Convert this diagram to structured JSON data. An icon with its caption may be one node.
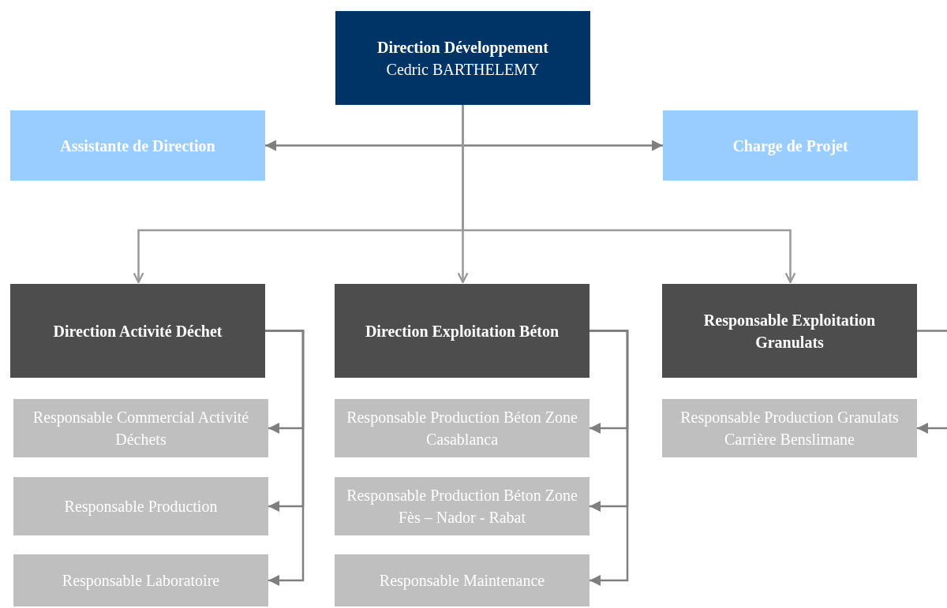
{
  "diagram": {
    "nodes": [
      {
        "text": [
          "Direction Développement",
          "Cedric BARTHELEMY"
        ]
      },
      {
        "text": [
          "Assistante de Direction"
        ]
      },
      {
        "text": [
          "Charge de Projet"
        ]
      },
      {
        "text": [
          "Direction Activité Déchet"
        ]
      },
      {
        "text": [
          "Direction Exploitation Béton"
        ]
      },
      {
        "text": [
          "Responsable Exploitation Granulats"
        ]
      },
      {
        "text": [
          "Responsable Commercial Activité Déchets"
        ]
      },
      {
        "text": [
          "Responsable Production"
        ]
      },
      {
        "text": [
          "Responsable Laboratoire"
        ]
      },
      {
        "text": [
          "Responsable Production Béton Zone Casablanca"
        ]
      },
      {
        "text": [
          "Responsable Production Béton Zone Fès – Nador - Rabat"
        ]
      },
      {
        "text": [
          "Responsable Maintenance"
        ]
      },
      {
        "text": [
          "Responsable Production Granulats Carrière Benslimane"
        ]
      }
    ],
    "edges": [
      {
        "from": 0,
        "to": 1,
        "arrow": "to"
      },
      {
        "from": 0,
        "to": 2,
        "arrow": "to"
      },
      {
        "from": 0,
        "to": 3,
        "arrow": "to"
      },
      {
        "from": 0,
        "to": 4,
        "arrow": "to"
      },
      {
        "from": 0,
        "to": 5,
        "arrow": "to"
      },
      {
        "from": 3,
        "to": 6,
        "arrow": "to"
      },
      {
        "from": 3,
        "to": 7,
        "arrow": "to"
      },
      {
        "from": 3,
        "to": 8,
        "arrow": "to"
      },
      {
        "from": 4,
        "to": 9,
        "arrow": "to"
      },
      {
        "from": 4,
        "to": 10,
        "arrow": "to"
      },
      {
        "from": 4,
        "to": 11,
        "arrow": "to"
      },
      {
        "from": 5,
        "to": 12,
        "arrow": "to"
      }
    ]
  }
}
